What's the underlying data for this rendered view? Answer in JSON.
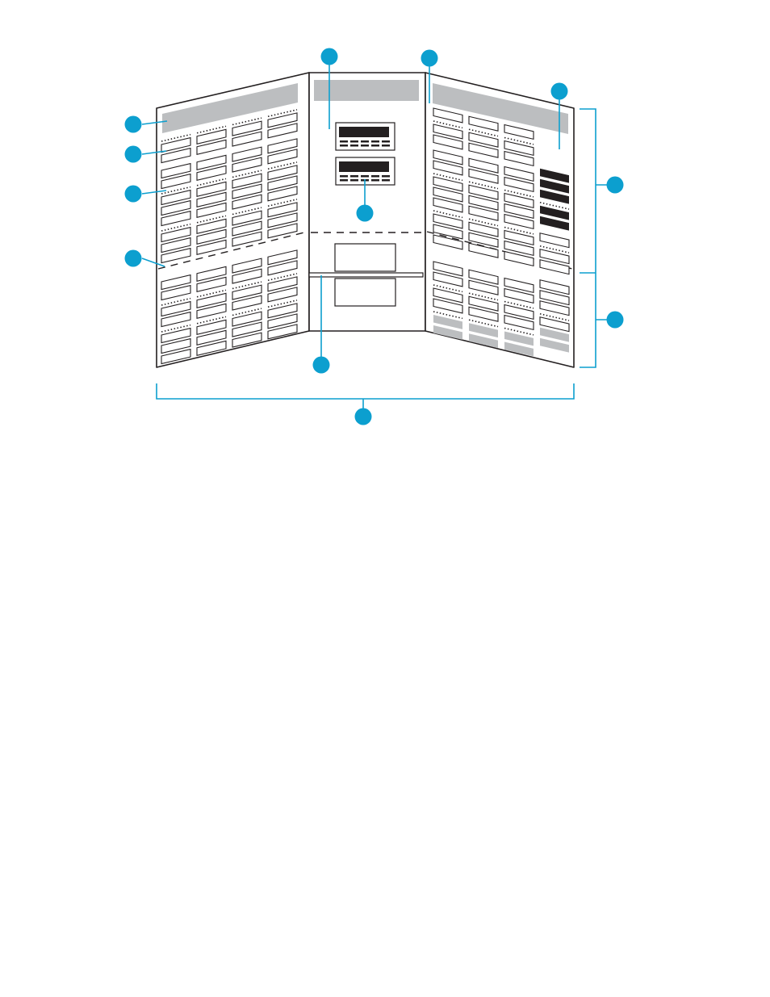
{
  "diagram": {
    "description_visible_text": "",
    "colors": {
      "outline": "#231f20",
      "accent": "#0c9fcf",
      "header_gray": "#bcbec0",
      "label_gray": "#bcbec0",
      "dark_slot": "#231f20",
      "panel_fill": "#ffffff"
    },
    "callouts": [
      {
        "id": "callout-left-header",
        "label": ""
      },
      {
        "id": "callout-left-dotted-row",
        "label": ""
      },
      {
        "id": "callout-left-slot-column",
        "label": ""
      },
      {
        "id": "callout-left-dashed-divider",
        "label": ""
      },
      {
        "id": "callout-center-header",
        "label": ""
      },
      {
        "id": "callout-center-top-module",
        "label": ""
      },
      {
        "id": "callout-center-shelf",
        "label": ""
      },
      {
        "id": "callout-right-header",
        "label": ""
      },
      {
        "id": "callout-right-dark-slots",
        "label": ""
      },
      {
        "id": "callout-right-upper-bracket",
        "label": ""
      },
      {
        "id": "callout-right-lower-bracket",
        "label": ""
      },
      {
        "id": "callout-overall-width",
        "label": ""
      }
    ],
    "right_panel_dark_slots": 5,
    "right_panel_gray_rows": 3
  }
}
